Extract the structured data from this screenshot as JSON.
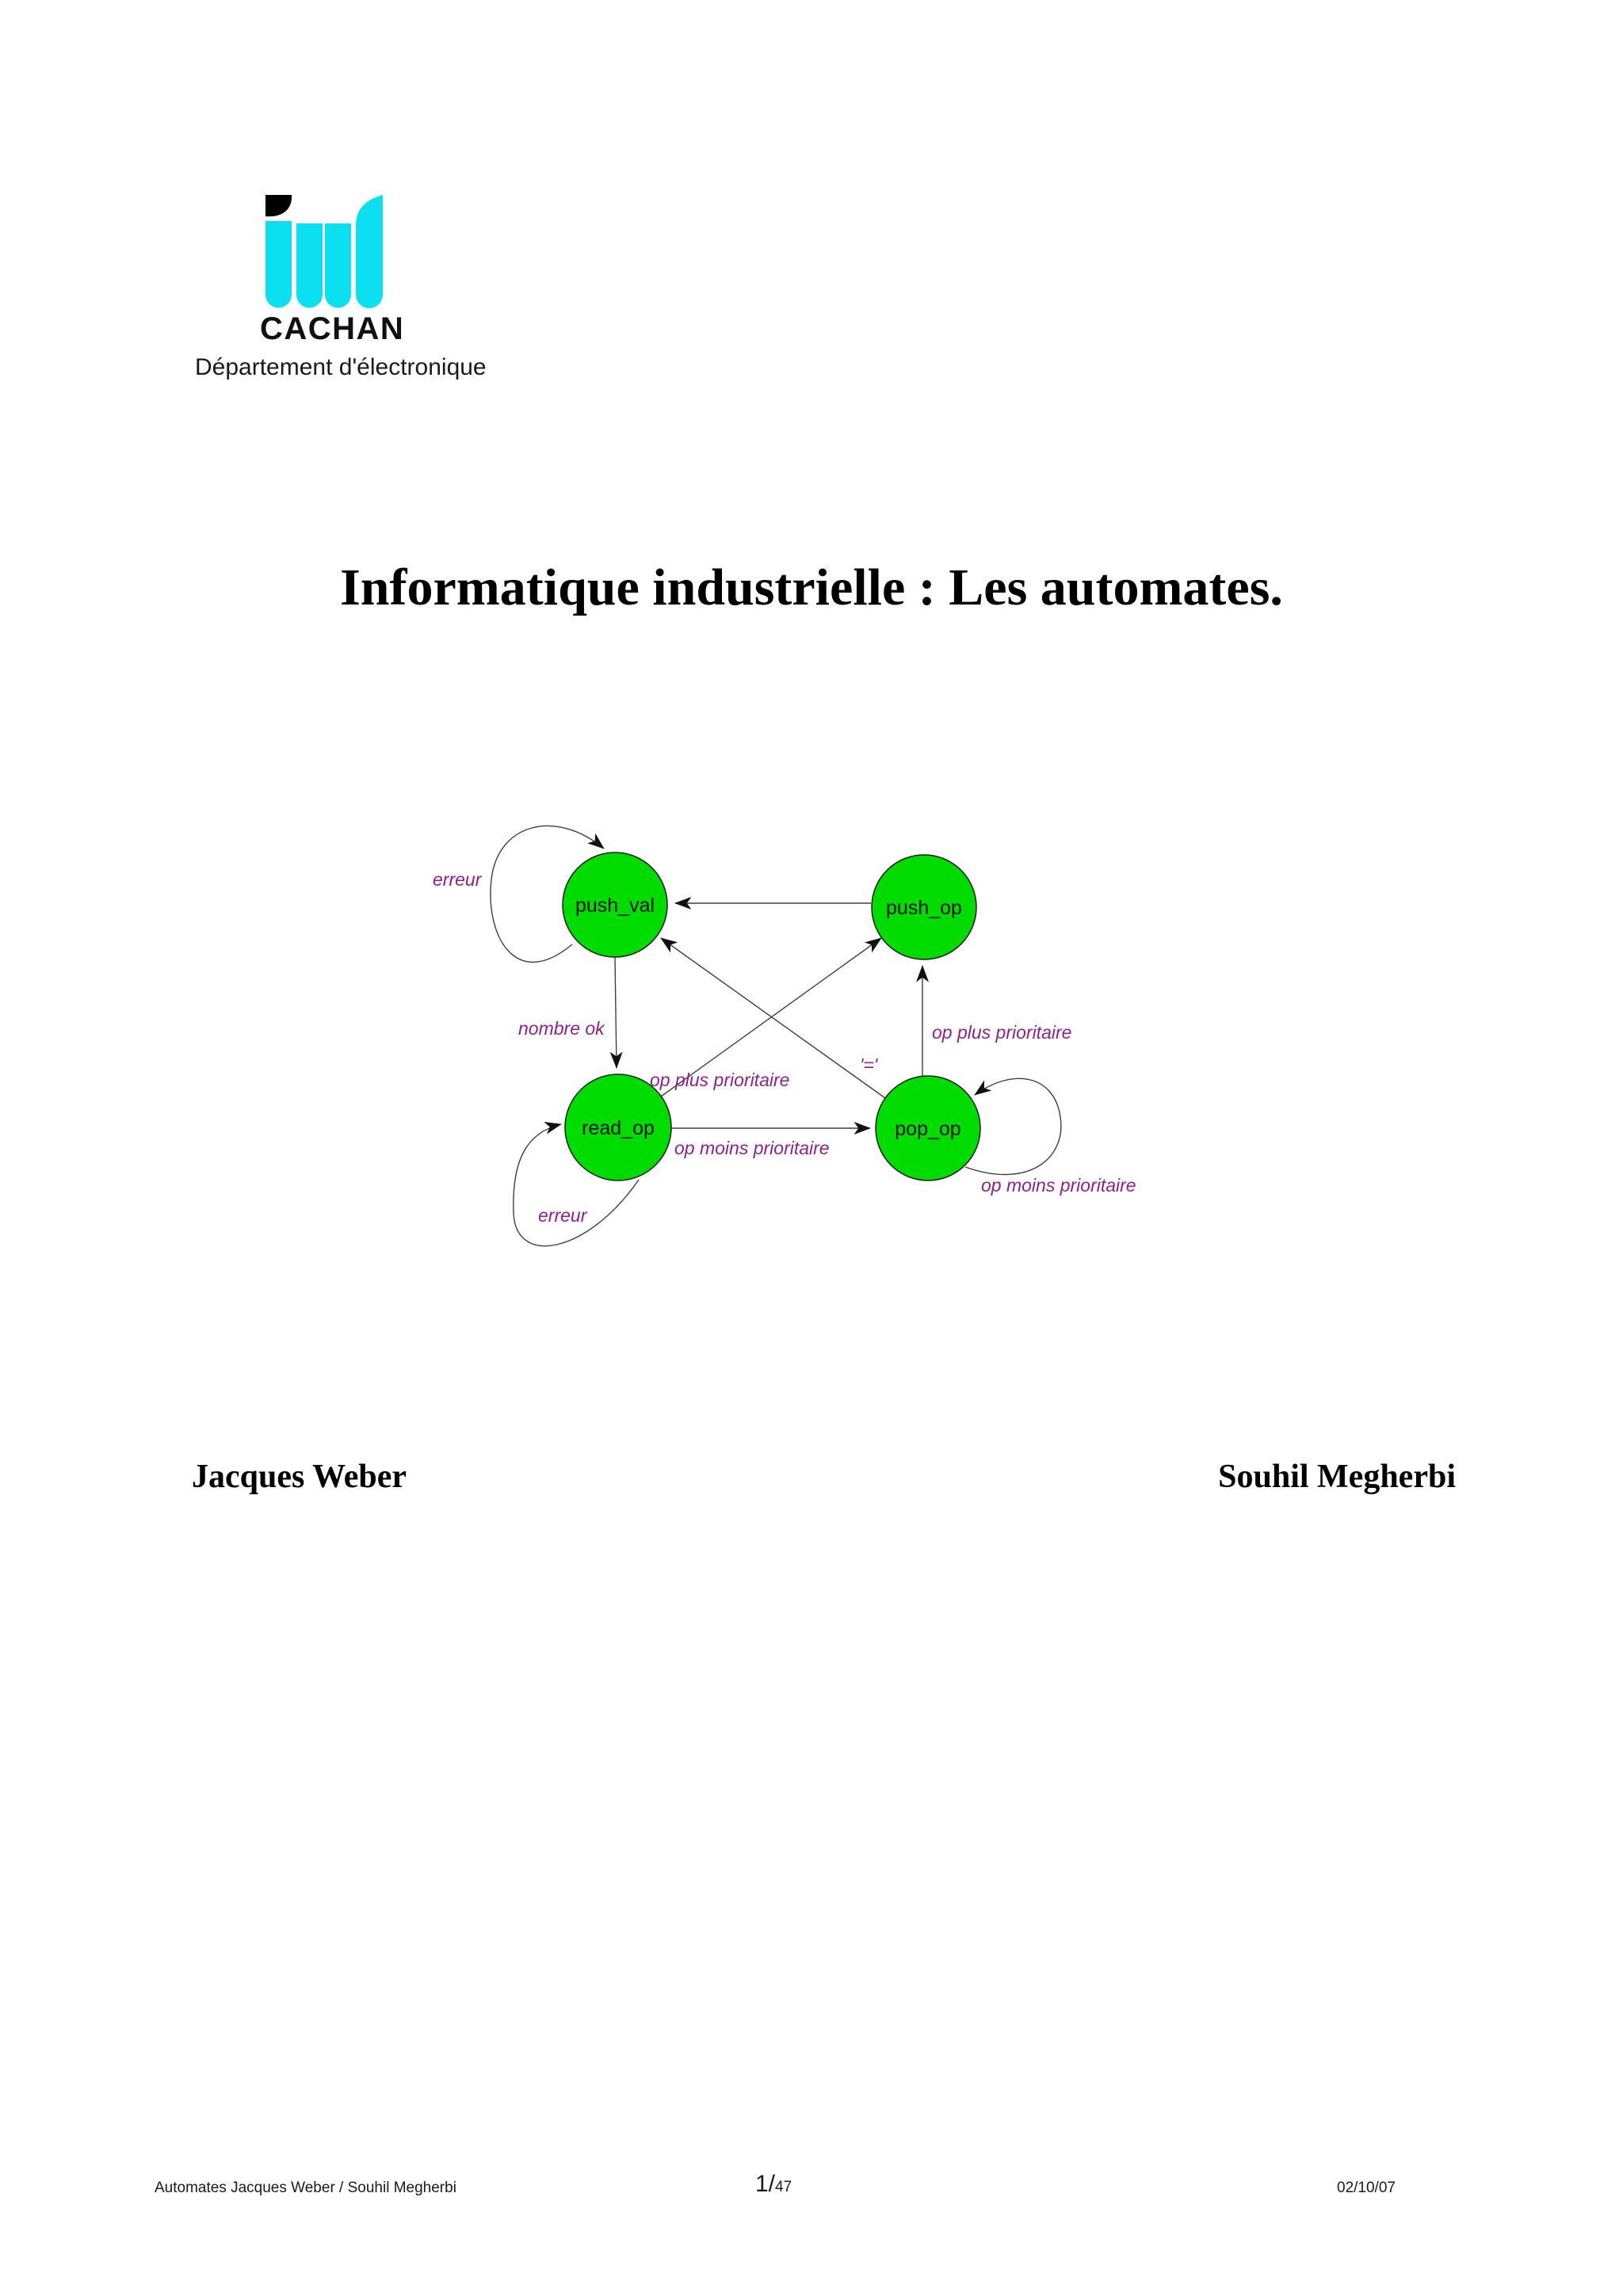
{
  "logo": {
    "brand": "CACHAN",
    "department": "Département d'électronique",
    "cyan": "#0cdff0"
  },
  "title": "Informatique industrielle : Les automates.",
  "authors": {
    "left": "Jacques Weber",
    "right": "Souhil Megherbi"
  },
  "diagram": {
    "node_fill": "#00dc00",
    "edge_color": "#3f3f3f",
    "label_color": "#91208f",
    "nodes": [
      {
        "id": "push_val",
        "label": "push_val"
      },
      {
        "id": "push_op",
        "label": "push_op"
      },
      {
        "id": "read_op",
        "label": "read_op"
      },
      {
        "id": "pop_op",
        "label": "pop_op"
      }
    ],
    "edge_labels": {
      "erreur_top": "erreur",
      "nombre_ok": "nombre ok",
      "op_plus_mid": "op plus prioritaire",
      "eq": "'='",
      "op_plus_right": "op plus prioritaire",
      "op_moins_mid": "op moins prioritaire",
      "op_moins_right": "op moins prioritaire",
      "erreur_bottom": "erreur"
    },
    "transitions": [
      {
        "from": "push_val",
        "to": "push_val",
        "label": "erreur"
      },
      {
        "from": "push_op",
        "to": "push_val",
        "label": ""
      },
      {
        "from": "push_val",
        "to": "read_op",
        "label": "nombre ok"
      },
      {
        "from": "read_op",
        "to": "push_op",
        "label": "op plus prioritaire"
      },
      {
        "from": "pop_op",
        "to": "push_val",
        "label": "'='"
      },
      {
        "from": "read_op",
        "to": "pop_op",
        "label": "op moins prioritaire"
      },
      {
        "from": "pop_op",
        "to": "push_op",
        "label": "op plus prioritaire"
      },
      {
        "from": "read_op",
        "to": "read_op",
        "label": "erreur"
      },
      {
        "from": "pop_op",
        "to": "pop_op",
        "label": "op moins prioritaire"
      }
    ]
  },
  "footer": {
    "left": "Automates Jacques Weber / Souhil Megherbi",
    "page_number": "1/",
    "page_total": "47",
    "date": "02/10/07"
  }
}
